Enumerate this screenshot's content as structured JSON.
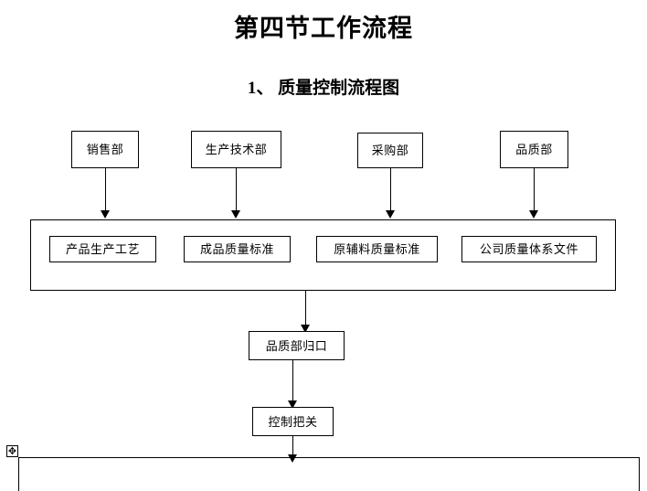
{
  "document": {
    "title": "第四节工作流程",
    "subtitle": "1、  质量控制流程图"
  },
  "flowchart": {
    "sources": [
      {
        "label": "销售部"
      },
      {
        "label": "生产技术部"
      },
      {
        "label": "采购部"
      },
      {
        "label": "品质部"
      }
    ],
    "standards": [
      {
        "label": "产品生产工艺"
      },
      {
        "label": "成品质量标准"
      },
      {
        "label": "原辅料质量标准"
      },
      {
        "label": "公司质量体系文件"
      }
    ],
    "steps": [
      {
        "label": "品质部归口"
      },
      {
        "label": "控制把关"
      }
    ]
  },
  "table": {
    "handle_icon": "✥"
  },
  "colors": {
    "line": "#000000",
    "text": "#000000",
    "background": "#ffffff"
  }
}
